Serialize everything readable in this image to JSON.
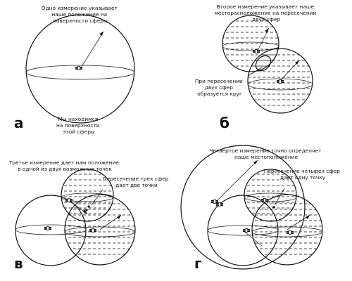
{
  "panels": {
    "a": {
      "letter": "а",
      "top_caption": [
        "Одно измерение указывает",
        "наше положение на",
        "поверхности сферы"
      ],
      "bottom_caption": [
        "Мы находимся",
        "на поверхности",
        "этой сферы"
      ]
    },
    "b": {
      "letter": "б",
      "top_caption": [
        "Второе измерение указывает наше",
        "месторасположение на пересечении",
        "двух сфер"
      ],
      "side_caption": [
        "При пересечении",
        "двух сфер",
        "образуется круг"
      ]
    },
    "v": {
      "letter": "в",
      "top_caption": [
        "Третье измерение дает нам положение",
        "в одной из двух возможных точек"
      ],
      "side_caption": [
        "Пересечение трех сфер",
        "дает две точки"
      ]
    },
    "g": {
      "letter": "г",
      "top_caption": [
        "Четвертое измерение точно определяет",
        "наше местоположение"
      ],
      "side_caption": [
        "Пересечение четырех сфер",
        "дает одну точку"
      ]
    }
  }
}
